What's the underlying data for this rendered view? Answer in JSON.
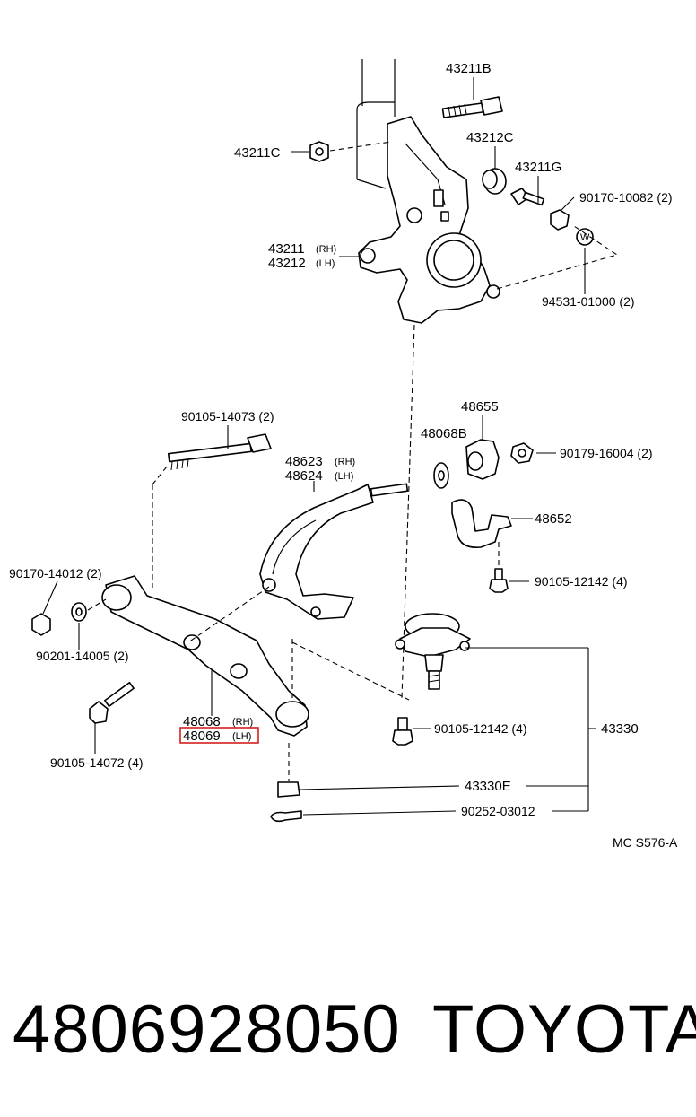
{
  "diagram": {
    "labels": {
      "p43211B": "43211B",
      "p43211C": "43211C",
      "p43212C": "43212C",
      "p43211G": "43211G",
      "p90170_10082": "90170-10082 (2)",
      "p43211": "43211",
      "p43211_side": "(RH)",
      "p43212": "43212",
      "p43212_side": "(LH)",
      "p94531": "94531-01000 (2)",
      "p90105_14073": "90105-14073 (2)",
      "p48655": "48655",
      "p48068B": "48068B",
      "p48623": "48623",
      "p48623_side": "(RH)",
      "p48624": "48624",
      "p48624_side": "(LH)",
      "p90179": "90179-16004 (2)",
      "p48652": "48652",
      "p90170_14012": "90170-14012 (2)",
      "p90105_12142_a": "90105-12142 (4)",
      "p90201": "90201-14005 (2)",
      "p48068": "48068",
      "p48068_side": "(RH)",
      "p48069": "48069",
      "p48069_side": "(LH)",
      "p90105_12142_b": "90105-12142 (4)",
      "p43330": "43330",
      "p90105_14072": "90105-14072 (4)",
      "p43330E": "43330E",
      "p90252": "90252-03012",
      "washer_mark": "W"
    },
    "reference_code": "MC S576-A",
    "highlight_color": "#d42020"
  },
  "footer": {
    "part_number": "4806928050",
    "brand": "TOYOTA"
  }
}
